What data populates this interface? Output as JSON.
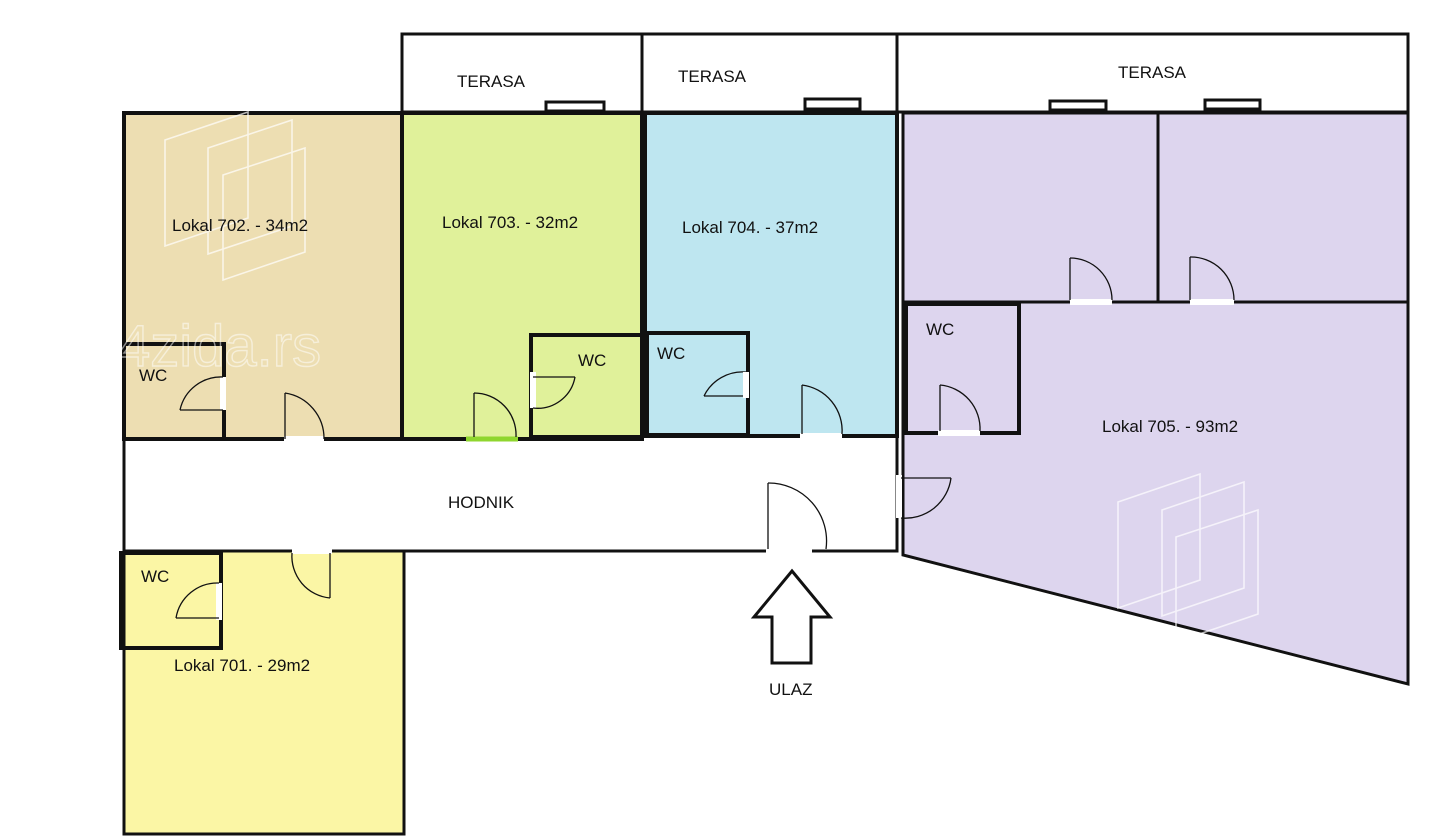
{
  "colors": {
    "wall": "#111111",
    "lokal_702": "#eddeb2",
    "lokal_703": "#e0f19a",
    "lokal_704": "#bee6f0",
    "lokal_705": "#ddd5ee",
    "lokal_701": "#fbf6a5",
    "hallway": "#ffffff",
    "door_accent": "#8fd62e"
  },
  "rooms": {
    "lokal_702": {
      "label": "Lokal 702. - 34m2"
    },
    "lokal_703": {
      "label": "Lokal 703. - 32m2"
    },
    "lokal_704": {
      "label": "Lokal 704. - 37m2"
    },
    "lokal_705": {
      "label": "Lokal 705. - 93m2"
    },
    "lokal_701": {
      "label": "Lokal 701. - 29m2"
    }
  },
  "labels": {
    "terasa": "TERASA",
    "wc": "WC",
    "hodnik": "HODNIK",
    "ulaz": "ULAZ"
  },
  "watermark": {
    "text": "4zida.rs"
  }
}
